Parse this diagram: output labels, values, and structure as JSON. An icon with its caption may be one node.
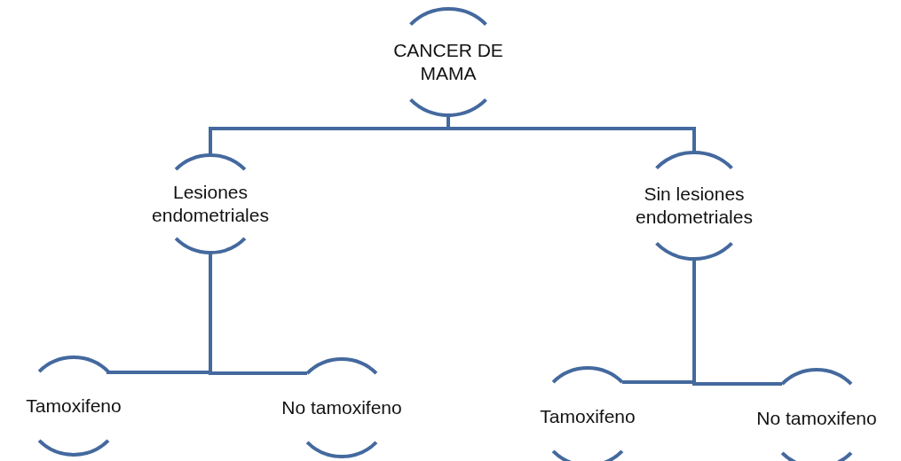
{
  "diagram": {
    "nodes": [
      {
        "text": [
          "CANCER DE MAMA"
        ]
      },
      {
        "text": [
          "Lesiones endometriales"
        ]
      },
      {
        "text": [
          "Sin lesiones endometriales"
        ]
      },
      {
        "text": [
          "Tamoxifeno"
        ]
      },
      {
        "text": [
          "No tamoxifeno"
        ]
      },
      {
        "text": [
          "Tamoxifeno"
        ]
      },
      {
        "text": [
          "No tamoxifeno"
        ]
      }
    ],
    "edges": [
      {
        "from": 0,
        "to": 1,
        "arrow": "none"
      },
      {
        "from": 0,
        "to": 2,
        "arrow": "none"
      },
      {
        "from": 1,
        "to": 3,
        "arrow": "none"
      },
      {
        "from": 1,
        "to": 4,
        "arrow": "none"
      },
      {
        "from": 2,
        "to": 5,
        "arrow": "none"
      },
      {
        "from": 2,
        "to": 6,
        "arrow": "none"
      }
    ]
  }
}
